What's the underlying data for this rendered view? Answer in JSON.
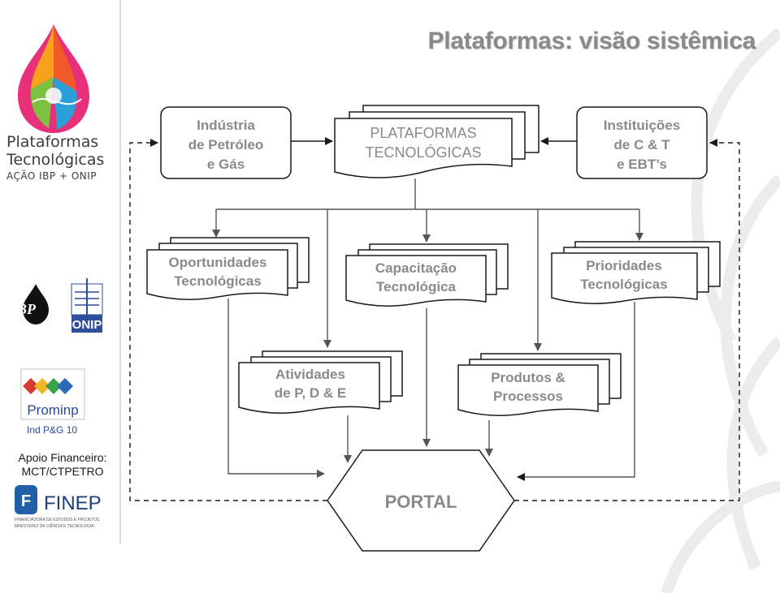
{
  "title": "Plataformas: visão sistêmica",
  "brand": {
    "line1": "Plataformas",
    "line2": "Tecnológicas",
    "line3": "AÇÃO IBP + ONIP"
  },
  "logos": {
    "ibp": "IBP",
    "onip": "ONIP",
    "prominp": "Prominp",
    "ind_pg": "Ind P&G 10",
    "finep": "FINEP",
    "finep_sub1": "FINANCIADORA DE ESTUDOS E PROJETOS",
    "finep_sub2": "MINISTÉRIO DA CIÊNCIA E TECNOLOGIA"
  },
  "support": {
    "line1": "Apoio Financeiro:",
    "line2": "MCT/CTPETRO"
  },
  "nodes": {
    "industria": [
      "Indústria",
      "de Petróleo",
      "e Gás"
    ],
    "plataformas": [
      "PLATAFORMAS",
      "TECNOLÓGICAS"
    ],
    "instituicoes": [
      "Instituições",
      "de C & T",
      "e EBT’s"
    ],
    "oportunidades": [
      "Oportunidades",
      "Tecnológicas"
    ],
    "capacitacao": [
      "Capacitação",
      "Tecnológica"
    ],
    "prioridades": [
      "Prioridades",
      "Tecnológicas"
    ],
    "atividades": [
      "Atividades",
      "de P, D & E"
    ],
    "produtos": [
      "Produtos &",
      "Processos"
    ],
    "portal": "PORTAL"
  },
  "colors": {
    "node_text": "#8a8a8a",
    "stroke": "#1a1a1a",
    "title": "#8a8a8a"
  }
}
